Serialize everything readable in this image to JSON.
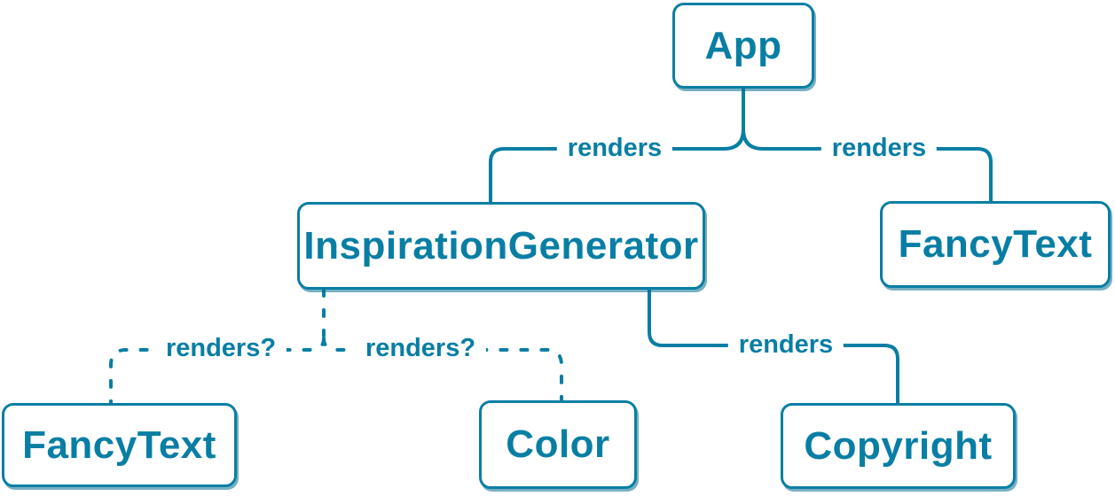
{
  "diagram": {
    "accent_color": "#087ea4",
    "background_color": "#ffffff",
    "nodes": [
      {
        "id": "app",
        "label": "App"
      },
      {
        "id": "inspiration-generator",
        "label": "InspirationGenerator"
      },
      {
        "id": "fancy-text-top",
        "label": "FancyText"
      },
      {
        "id": "fancy-text-bottom",
        "label": "FancyText"
      },
      {
        "id": "color",
        "label": "Color"
      },
      {
        "id": "copyright",
        "label": "Copyright"
      }
    ],
    "edges": [
      {
        "from": "app",
        "to": "inspiration-generator",
        "label": "renders",
        "style": "solid"
      },
      {
        "from": "app",
        "to": "fancy-text-top",
        "label": "renders",
        "style": "solid"
      },
      {
        "from": "inspiration-generator",
        "to": "fancy-text-bottom",
        "label": "renders?",
        "style": "dashed"
      },
      {
        "from": "inspiration-generator",
        "to": "color",
        "label": "renders?",
        "style": "dashed"
      },
      {
        "from": "inspiration-generator",
        "to": "copyright",
        "label": "renders",
        "style": "solid"
      }
    ]
  }
}
